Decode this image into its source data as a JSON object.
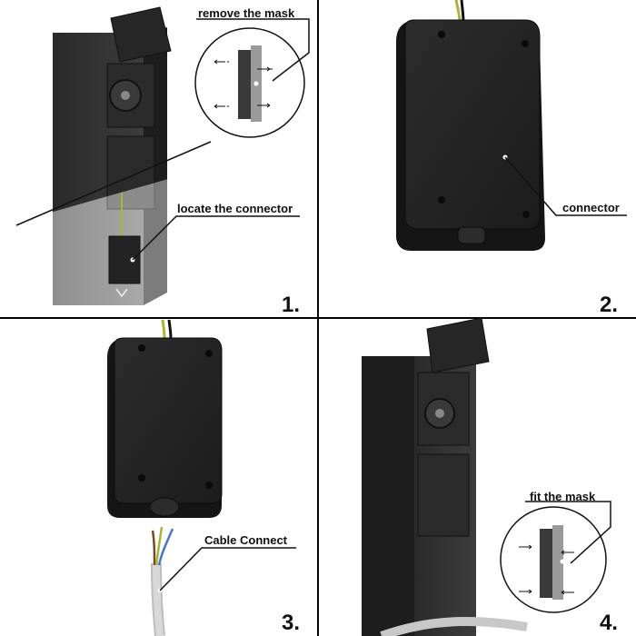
{
  "steps": [
    {
      "number": "1.",
      "callouts": [
        "remove the mask",
        "locate the connector"
      ]
    },
    {
      "number": "2.",
      "callouts": [
        "connector"
      ]
    },
    {
      "number": "3.",
      "callouts": [
        "Cable Connect"
      ]
    },
    {
      "number": "4.",
      "callouts": [
        "fit the mask"
      ]
    }
  ],
  "colors": {
    "post": "#353535",
    "post_light": "#9a9a9a",
    "housing": "#232323",
    "housing_side": "#151515",
    "divider": "#000000",
    "cable_green_yellow": "#a8b43a",
    "cable_grey": "#c8c8c8"
  },
  "icons": [
    "arrow-left-dotted-icon",
    "arrow-right-icon"
  ]
}
